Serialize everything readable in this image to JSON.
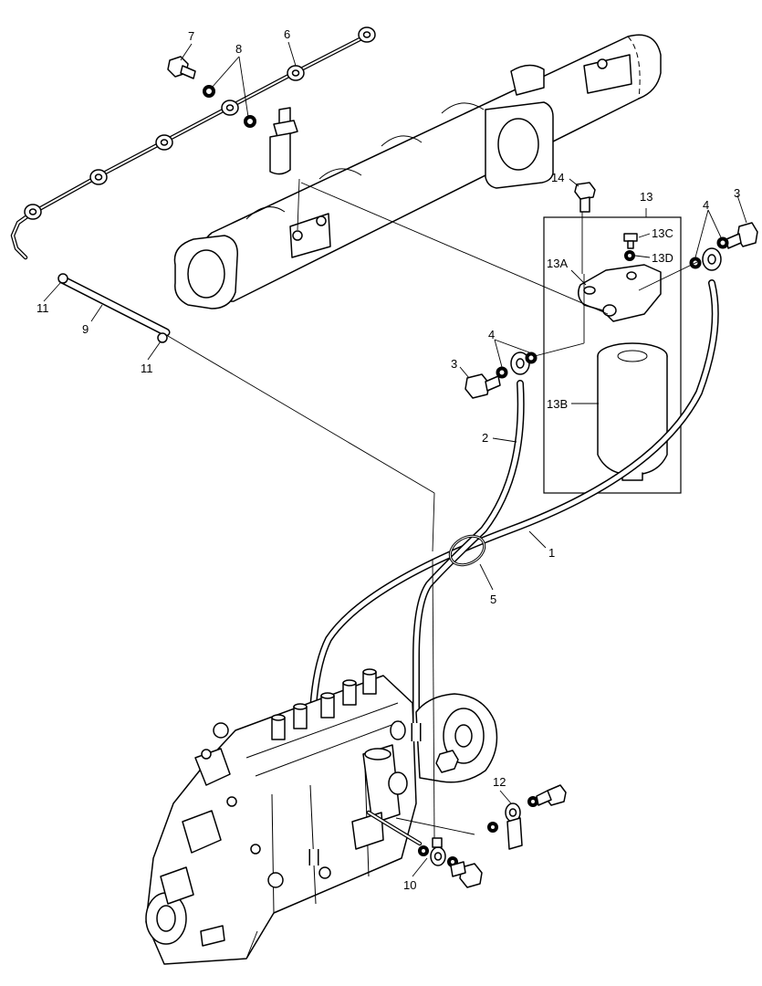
{
  "callouts": {
    "c1": "1",
    "c2": "2",
    "c3a": "3",
    "c3b": "3",
    "c4a": "4",
    "c4b": "4",
    "c5": "5",
    "c6": "6",
    "c7": "7",
    "c8": "8",
    "c9": "9",
    "c10": "10",
    "c11a": "11",
    "c11b": "11",
    "c12": "12",
    "c13": "13",
    "c13a": "13A",
    "c13b": "13B",
    "c13c": "13C",
    "c13d": "13D",
    "c14": "14"
  },
  "colors": {
    "line": "#000000",
    "background": "#ffffff"
  }
}
